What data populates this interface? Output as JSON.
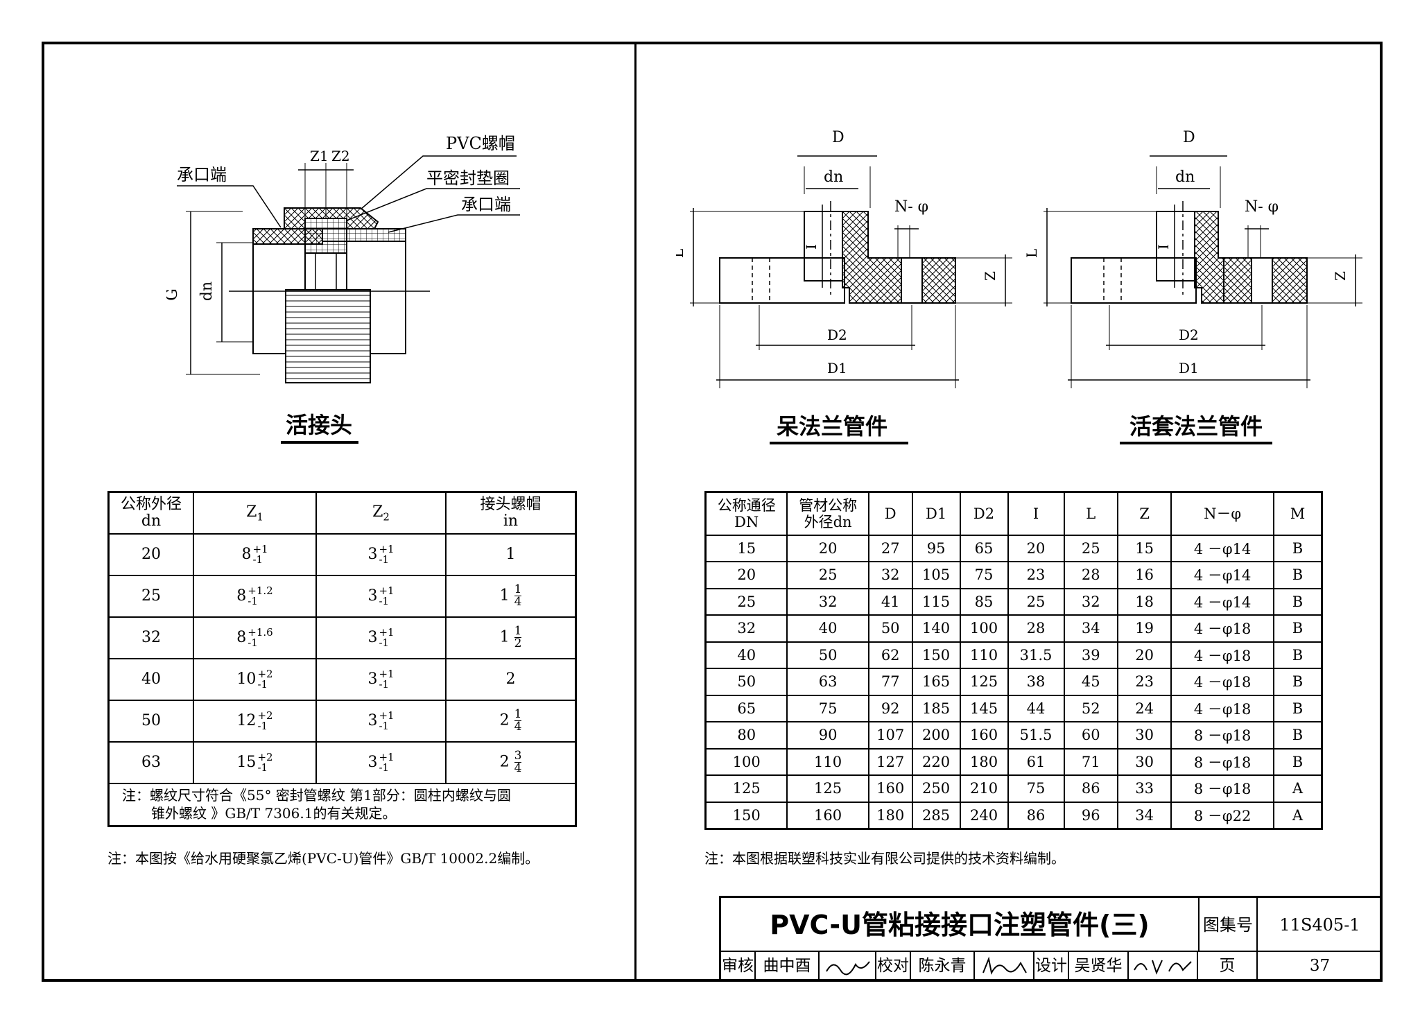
{
  "left": {
    "caption": "活接头",
    "drawing_labels": {
      "z1": "Z1",
      "z2": "Z2",
      "pvc_nut": "PVC螺帽",
      "socket_end_left": "承口端",
      "seal_ring": "平密封垫圈",
      "socket_end_right": "承口端",
      "g": "G",
      "dn": "dn"
    },
    "table": {
      "headers": [
        "公称外径\ndn",
        "Z1",
        "Z2",
        "接头螺帽\nin"
      ],
      "rows": [
        {
          "dn": "20",
          "z1": "8",
          "z1_tol": [
            "+1",
            "-1"
          ],
          "z2": "3",
          "z2_tol": [
            "+1",
            "-1"
          ],
          "in_whole": "1",
          "in_frac": null
        },
        {
          "dn": "25",
          "z1": "8",
          "z1_tol": [
            "+1.2",
            "-1"
          ],
          "z2": "3",
          "z2_tol": [
            "+1",
            "-1"
          ],
          "in_whole": "1",
          "in_frac": [
            "1",
            "4"
          ]
        },
        {
          "dn": "32",
          "z1": "8",
          "z1_tol": [
            "+1.6",
            "-1"
          ],
          "z2": "3",
          "z2_tol": [
            "+1",
            "-1"
          ],
          "in_whole": "1",
          "in_frac": [
            "1",
            "2"
          ]
        },
        {
          "dn": "40",
          "z1": "10",
          "z1_tol": [
            "+2",
            "-1"
          ],
          "z2": "3",
          "z2_tol": [
            "+1",
            "-1"
          ],
          "in_whole": "2",
          "in_frac": null
        },
        {
          "dn": "50",
          "z1": "12",
          "z1_tol": [
            "+2",
            "-1"
          ],
          "z2": "3",
          "z2_tol": [
            "+1",
            "-1"
          ],
          "in_whole": "2",
          "in_frac": [
            "1",
            "4"
          ]
        },
        {
          "dn": "63",
          "z1": "15",
          "z1_tol": [
            "+2",
            "-1"
          ],
          "z2": "3",
          "z2_tol": [
            "+1",
            "-1"
          ],
          "in_whole": "2",
          "in_frac": [
            "3",
            "4"
          ]
        }
      ],
      "table_note_line1": "注：螺纹尺寸符合《55° 密封管螺纹 第1部分：圆柱内螺纹与圆",
      "table_note_line2": "锥外螺纹 》GB/T 7306.1的有关规定。"
    },
    "note": "注：本图按《给水用硬聚氯乙烯(PVC-U)管件》GB/T 10002.2编制。"
  },
  "right": {
    "caption_fixed": "呆法兰管件",
    "caption_loose": "活套法兰管件",
    "drawing_labels": {
      "D": "D",
      "dn": "dn",
      "n_phi": "N- φ",
      "L": "L",
      "I": "I",
      "Z": "Z",
      "D2": "D2",
      "D1": "D1"
    },
    "table": {
      "headers": [
        "公称通径\nDN",
        "管材公称\n外径dn",
        "D",
        "D1",
        "D2",
        "I",
        "L",
        "Z",
        "N－φ",
        "M"
      ],
      "rows": [
        [
          "15",
          "20",
          "27",
          "95",
          "65",
          "20",
          "25",
          "15",
          "4 －φ14",
          "B"
        ],
        [
          "20",
          "25",
          "32",
          "105",
          "75",
          "23",
          "28",
          "16",
          "4 －φ14",
          "B"
        ],
        [
          "25",
          "32",
          "41",
          "115",
          "85",
          "25",
          "32",
          "18",
          "4 －φ14",
          "B"
        ],
        [
          "32",
          "40",
          "50",
          "140",
          "100",
          "28",
          "34",
          "19",
          "4 －φ18",
          "B"
        ],
        [
          "40",
          "50",
          "62",
          "150",
          "110",
          "31.5",
          "39",
          "20",
          "4 －φ18",
          "B"
        ],
        [
          "50",
          "63",
          "77",
          "165",
          "125",
          "38",
          "45",
          "23",
          "4 －φ18",
          "B"
        ],
        [
          "65",
          "75",
          "92",
          "185",
          "145",
          "44",
          "52",
          "24",
          "4 －φ18",
          "B"
        ],
        [
          "80",
          "90",
          "107",
          "200",
          "160",
          "51.5",
          "60",
          "30",
          "8 －φ18",
          "B"
        ],
        [
          "100",
          "110",
          "127",
          "220",
          "180",
          "61",
          "71",
          "30",
          "8 －φ18",
          "B"
        ],
        [
          "125",
          "125",
          "160",
          "250",
          "210",
          "75",
          "86",
          "33",
          "8 －φ18",
          "A"
        ],
        [
          "150",
          "160",
          "180",
          "285",
          "240",
          "86",
          "96",
          "34",
          "8 －φ22",
          "A"
        ]
      ]
    },
    "note": "注：本图根据联塑科技实业有限公司提供的技术资料编制。"
  },
  "title_block": {
    "title": "PVC-U管粘接接口注塑管件(三)",
    "atlas_label": "图集号",
    "atlas_no": "11S405-1",
    "review_label": "审核",
    "reviewer": "曲中酉",
    "check_label": "校对",
    "checker": "陈永青",
    "design_label": "设计",
    "designer": "吴贤华",
    "page_label": "页",
    "page_no": "37"
  }
}
